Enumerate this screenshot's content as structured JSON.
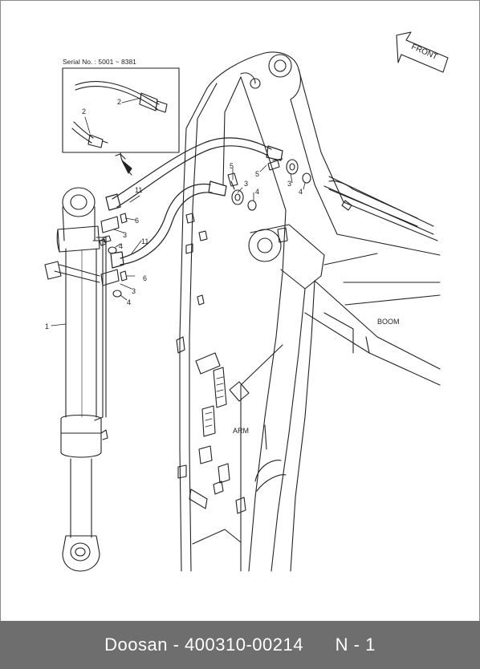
{
  "serial_label": "Serial No. : 5001 ~ 8381",
  "direction_arrow": "FRONT",
  "region_labels": {
    "boom": "BOOM",
    "arm": "ARM"
  },
  "callouts": {
    "inset_hose": "2",
    "inset_fitting": "2",
    "hose_upper": "11",
    "hose_lower": "11",
    "bolt_a": "5",
    "bolt_b": "5",
    "oring_a": "3",
    "oring_b": "3",
    "clamp_a": "4",
    "clamp_b": "4",
    "screw_upper": "6",
    "screw_lower": "6",
    "flange_upper": "3",
    "flange_lower": "3",
    "clamp_upper": "4",
    "clamp_lower": "4",
    "cylinder": "1"
  },
  "footer": {
    "brand": "Doosan",
    "separator": " - ",
    "part_number": "400310-00214",
    "page": "N - 1"
  }
}
